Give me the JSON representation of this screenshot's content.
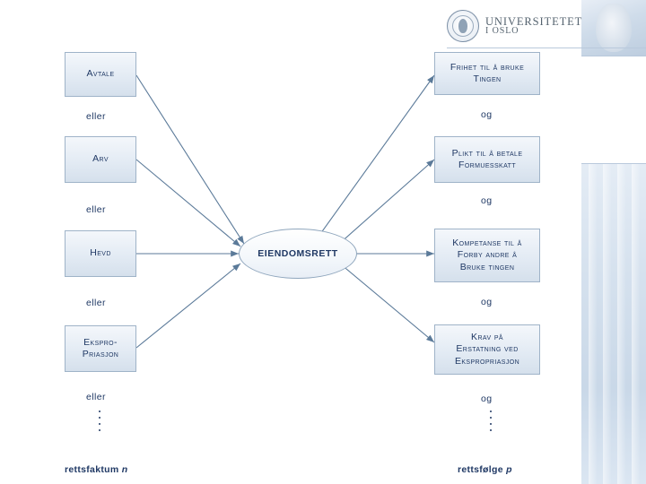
{
  "logo": {
    "line1": "UNIVERSITETET",
    "line2": "I OSLO",
    "seal_name": "uio-seal-icon"
  },
  "diagram": {
    "center": {
      "label": "EIENDOMSRETT"
    },
    "left_column": {
      "boxes": [
        {
          "label": "Avtale"
        },
        {
          "label": "Arv"
        },
        {
          "label": "Hevd"
        },
        {
          "label": "Ekspro-priasjon",
          "line1": "Ekspro-",
          "line2": "priasjon"
        }
      ],
      "connectors": [
        "eller",
        "eller",
        "eller",
        "eller"
      ],
      "footer": "rettsfaktum n",
      "footer_plain": "rettsfaktum",
      "footer_italic": "n"
    },
    "right_column": {
      "boxes": [
        {
          "label": "Frihet til å bruke tingen",
          "line1": "Frihet til å bruke",
          "line2": "tingen"
        },
        {
          "label": "Plikt til å betale formuesskatt",
          "line1": "Plikt til å betale",
          "line2": "formuesskatt"
        },
        {
          "label": "Kompetanse til å forby andre å bruke tingen",
          "line1": "Kompetanse til å",
          "line2": "forby andre å",
          "line3": "bruke tingen"
        },
        {
          "label": "Krav på erstatning ved ekspropriasjon",
          "line1": "Krav på",
          "line2": "erstatning ved",
          "line3": "ekspropriasjon"
        }
      ],
      "connectors": [
        "og",
        "og",
        "og",
        "og"
      ],
      "footer": "rettsfølge p",
      "footer_plain": "rettsfølge",
      "footer_italic": "p"
    }
  },
  "colors": {
    "box_border": "#9fb3c8",
    "box_fill": "#e3ebf4",
    "text": "#1f3864",
    "arrow": "#5b7a99",
    "background_band": "#dce6f1"
  }
}
